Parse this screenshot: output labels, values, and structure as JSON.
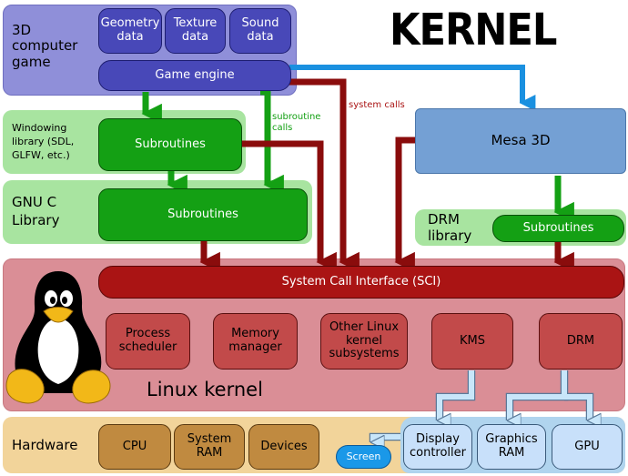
{
  "title": "KERNEL",
  "game": {
    "label": "3D computer game",
    "geometry_data": "Geometry data",
    "texture_data": "Texture data",
    "sound_data": "Sound data",
    "game_engine": "Game engine"
  },
  "windowing": {
    "label": "Windowing library (SDL, GLFW, etc.)",
    "subroutines": "Subroutines"
  },
  "gnu_c": {
    "label": "GNU C Library",
    "subroutines": "Subroutines"
  },
  "mesa": {
    "label": "Mesa 3D"
  },
  "drm_library": {
    "label": "DRM library",
    "subroutines": "Subroutines"
  },
  "annotations": {
    "subroutine_calls": "subroutine calls",
    "system_calls": "system calls"
  },
  "kernel": {
    "label": "Linux kernel",
    "sci": "System Call Interface (SCI)",
    "process_scheduler": "Process scheduler",
    "memory_manager": "Memory manager",
    "other_subsystems": "Other Linux kernel subsystems",
    "kms": "KMS",
    "drm": "DRM"
  },
  "hardware": {
    "label": "Hardware",
    "cpu": "CPU",
    "system_ram": "System RAM",
    "devices": "Devices",
    "screen": "Screen",
    "display_controller": "Display controller",
    "graphics_ram": "Graphics RAM",
    "gpu": "GPU"
  },
  "colors": {
    "game_region": "#8f8fd9",
    "game_box": "#4848b8",
    "green_region": "#a8e4a0",
    "green_box": "#14a014",
    "mesa": "#74a0d4",
    "kernel_region": "#da8e96",
    "sci": "#aa1414",
    "kernel_box": "#c24a4a",
    "hardware_region": "#f2d49a",
    "hardware_box": "#c08a40",
    "hw_blue_region": "#b0d4ee",
    "hw_blue_box": "#c8e0fa",
    "screen": "#1a98e8"
  },
  "icons": [
    "tux-penguin-icon"
  ]
}
